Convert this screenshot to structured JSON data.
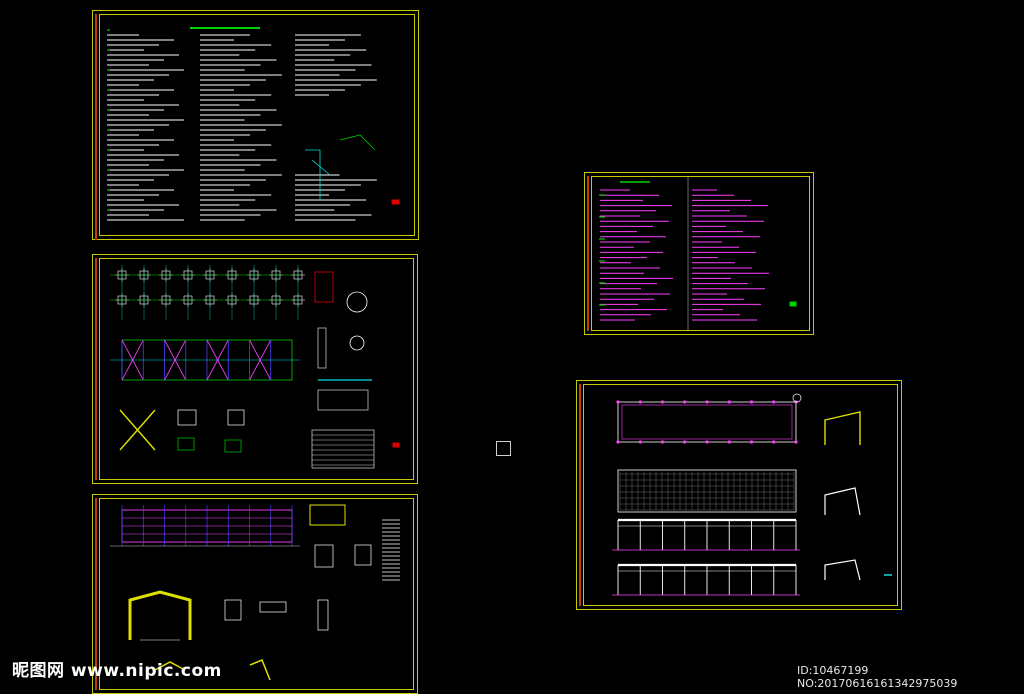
{
  "watermark": {
    "site": "昵图网 www.nipic.com",
    "id_text": "ID:10467199 NO:20170616161342975039"
  },
  "colors": {
    "frame": "#c8c800",
    "text_white": "#ffffff",
    "green": "#00d000",
    "magenta": "#ff40ff",
    "cyan": "#00e0e0",
    "red": "#e00000",
    "blue": "#4040ff"
  },
  "sheets": [
    {
      "id": "sheet-1",
      "kind": "notes-white"
    },
    {
      "id": "sheet-2",
      "kind": "plan-green"
    },
    {
      "id": "sheet-3",
      "kind": "elevation-magenta"
    },
    {
      "id": "sheet-4",
      "kind": "notes-magenta"
    },
    {
      "id": "sheet-5",
      "kind": "elevation-grid"
    }
  ]
}
